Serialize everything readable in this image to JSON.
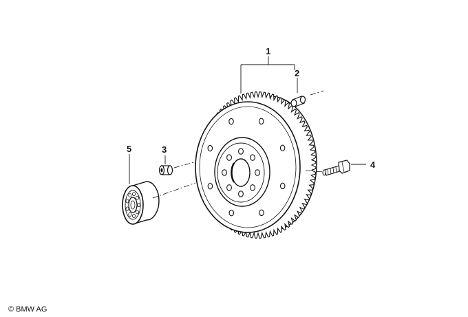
{
  "callouts": [
    {
      "id": "1",
      "label": "1"
    },
    {
      "id": "2",
      "label": "2"
    },
    {
      "id": "3",
      "label": "3"
    },
    {
      "id": "4",
      "label": "4"
    },
    {
      "id": "5",
      "label": "5"
    }
  ],
  "copyright": "© BMW AG",
  "colors": {
    "ink": "#111111",
    "background": "#ffffff"
  }
}
